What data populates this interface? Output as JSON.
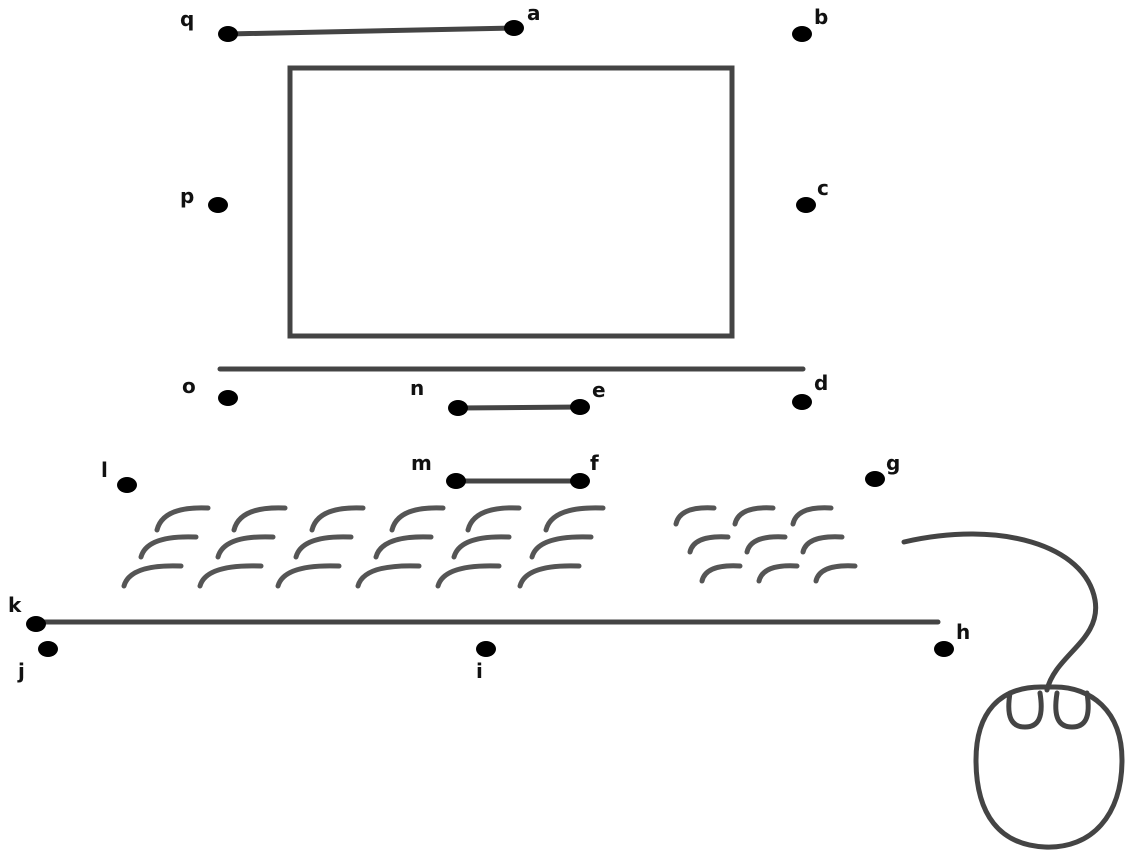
{
  "colors": {
    "background": "#ffffff",
    "line": "#444444",
    "dot": "#000000",
    "label": "#111111"
  },
  "dots": [
    {
      "id": "q",
      "label": "q"
    },
    {
      "id": "a",
      "label": "a"
    },
    {
      "id": "b",
      "label": "b"
    },
    {
      "id": "c",
      "label": "c"
    },
    {
      "id": "d",
      "label": "d"
    },
    {
      "id": "e",
      "label": "e"
    },
    {
      "id": "f",
      "label": "f"
    },
    {
      "id": "g",
      "label": "g"
    },
    {
      "id": "h",
      "label": "h"
    },
    {
      "id": "i",
      "label": "i"
    },
    {
      "id": "j",
      "label": "j"
    },
    {
      "id": "k",
      "label": "k"
    },
    {
      "id": "l",
      "label": "l"
    },
    {
      "id": "m",
      "label": "m"
    },
    {
      "id": "n",
      "label": "n"
    },
    {
      "id": "o",
      "label": "o"
    },
    {
      "id": "p",
      "label": "p"
    }
  ]
}
